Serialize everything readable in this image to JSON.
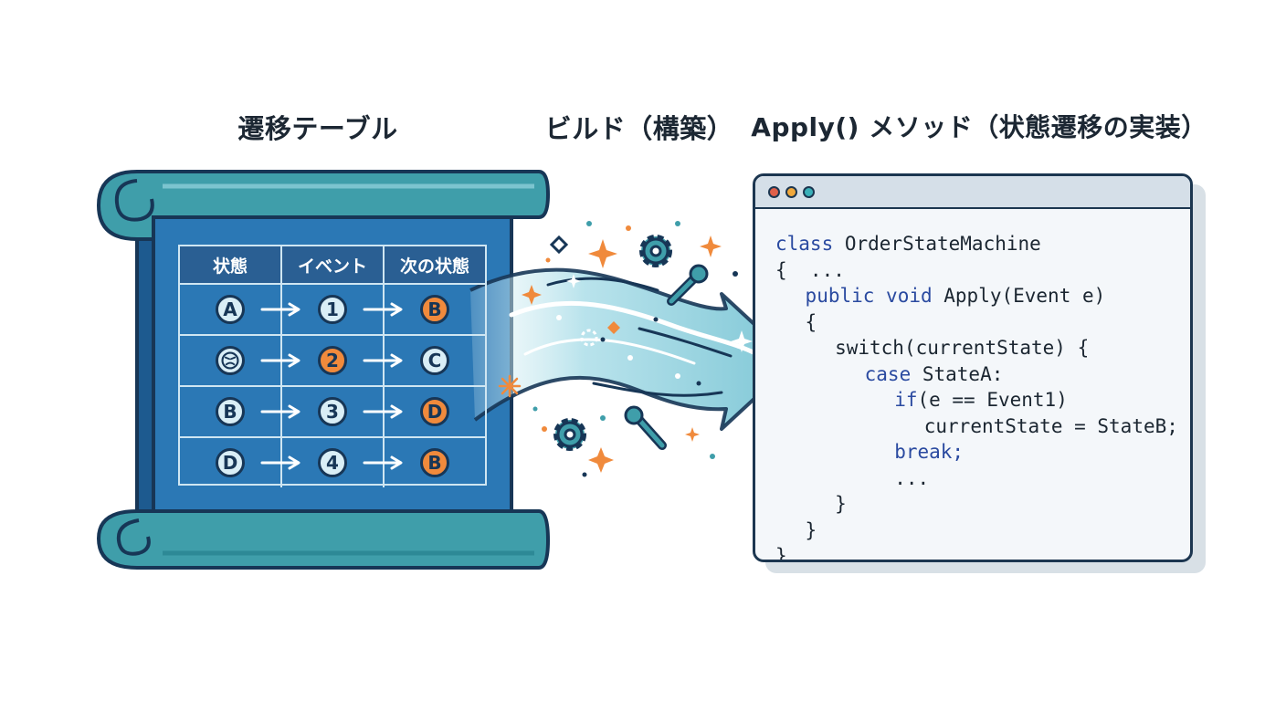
{
  "titles": {
    "table": "遷移テーブル",
    "build": "ビルド（構築）",
    "apply": "Apply() メソッド（状態遷移の実装）"
  },
  "table": {
    "headers": [
      "状態",
      "イベント",
      "次の状態"
    ],
    "rows": [
      {
        "state": "A",
        "event": "1",
        "next": "B",
        "state_icon": "",
        "event_highlight": false,
        "next_highlight": true
      },
      {
        "state": "",
        "event": "2",
        "next": "C",
        "state_icon": "face-icon",
        "event_highlight": true,
        "next_highlight": false
      },
      {
        "state": "B",
        "event": "3",
        "next": "D",
        "state_icon": "",
        "event_highlight": false,
        "next_highlight": true
      },
      {
        "state": "D",
        "event": "4",
        "next": "B",
        "state_icon": "",
        "event_highlight": false,
        "next_highlight": true
      }
    ]
  },
  "window": {
    "dots": [
      "#e0604a",
      "#f0a83c",
      "#3ab0b8"
    ],
    "code_lines": [
      {
        "indent": 0,
        "text": "class OrderStateMachine",
        "kw": "class"
      },
      {
        "indent": 0,
        "text": "{  ...",
        "kw": ""
      },
      {
        "indent": 1,
        "text": "public void Apply(Event e)",
        "kw": "public void"
      },
      {
        "indent": 1,
        "text": "{",
        "kw": ""
      },
      {
        "indent": 2,
        "text": "switch(currentState) {",
        "kw": ""
      },
      {
        "indent": 3,
        "text": "case StateA:",
        "kw": "case"
      },
      {
        "indent": 4,
        "text": "if(e == Event1)",
        "kw": "if"
      },
      {
        "indent": 5,
        "text": "currentState = StateB;",
        "kw": ""
      },
      {
        "indent": 4,
        "text": "break;",
        "kw": "break;"
      },
      {
        "indent": 4,
        "text": "...",
        "kw": ""
      },
      {
        "indent": 2,
        "text": "}",
        "kw": ""
      },
      {
        "indent": 1,
        "text": "}",
        "kw": ""
      },
      {
        "indent": 0,
        "text": "}",
        "kw": ""
      }
    ]
  },
  "colors": {
    "scroll_dark": "#2b6fa6",
    "scroll_teal": "#3f9eaa",
    "outline": "#173656",
    "accent_orange": "#f08a3c",
    "flow_light": "#a9dbe5"
  },
  "icons": [
    "gear-icon",
    "wrench-icon",
    "sparkle-icon",
    "diamond-icon"
  ]
}
